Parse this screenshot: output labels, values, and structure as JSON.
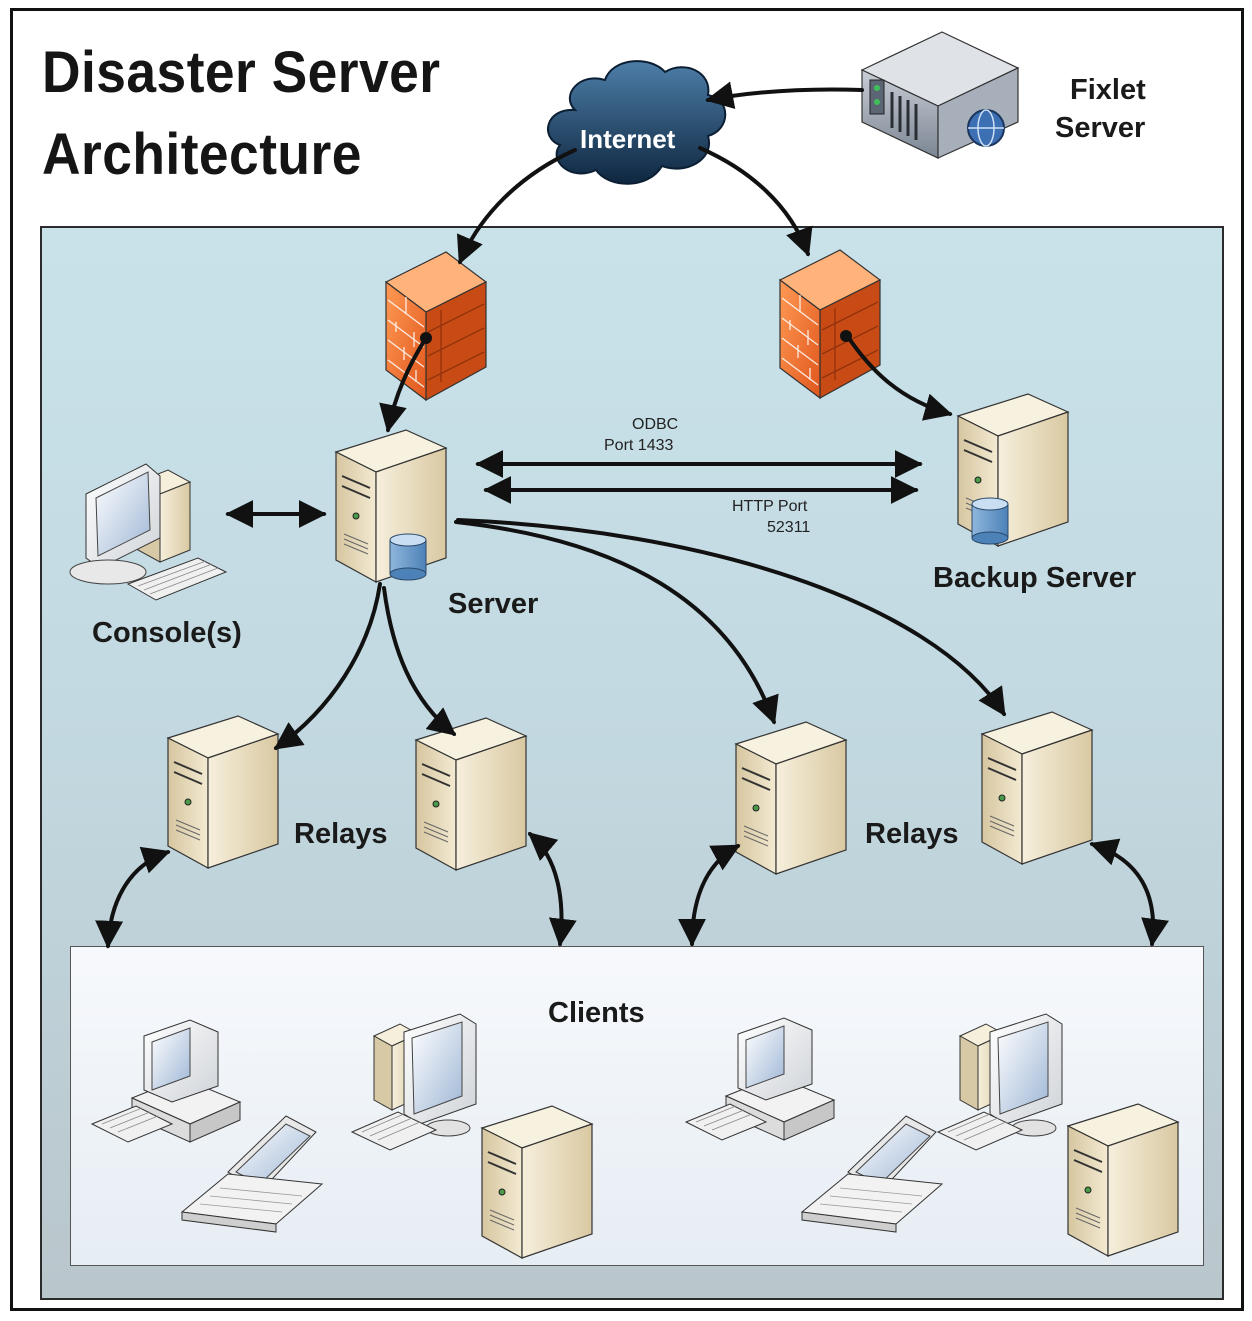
{
  "title": {
    "line1": "Disaster Server",
    "line2": "Architecture"
  },
  "nodes": {
    "fixlet_server": {
      "line1": "Fixlet",
      "line2": "Server"
    },
    "internet": "Internet",
    "server": "Server",
    "backup_server": "Backup Server",
    "console": "Console(s)",
    "relays_left": "Relays",
    "relays_right": "Relays",
    "clients": "Clients"
  },
  "connections": {
    "odbc": {
      "line1": "ODBC",
      "line2": "Port 1433"
    },
    "http": {
      "line1": "HTTP Port",
      "line2": "52311"
    }
  },
  "colors": {
    "network_zone": "#c6dee6",
    "clients_zone": "#eef3f8",
    "firewall": "#ee6a2a",
    "cloud": "#1d3d5c",
    "server_case": "#e8dcc0",
    "arrow": "#111111"
  },
  "icons": [
    "server-icon",
    "firewall-icon",
    "cloud-icon",
    "rack-server-icon",
    "desktop-computer-icon",
    "laptop-icon",
    "database-icon"
  ]
}
